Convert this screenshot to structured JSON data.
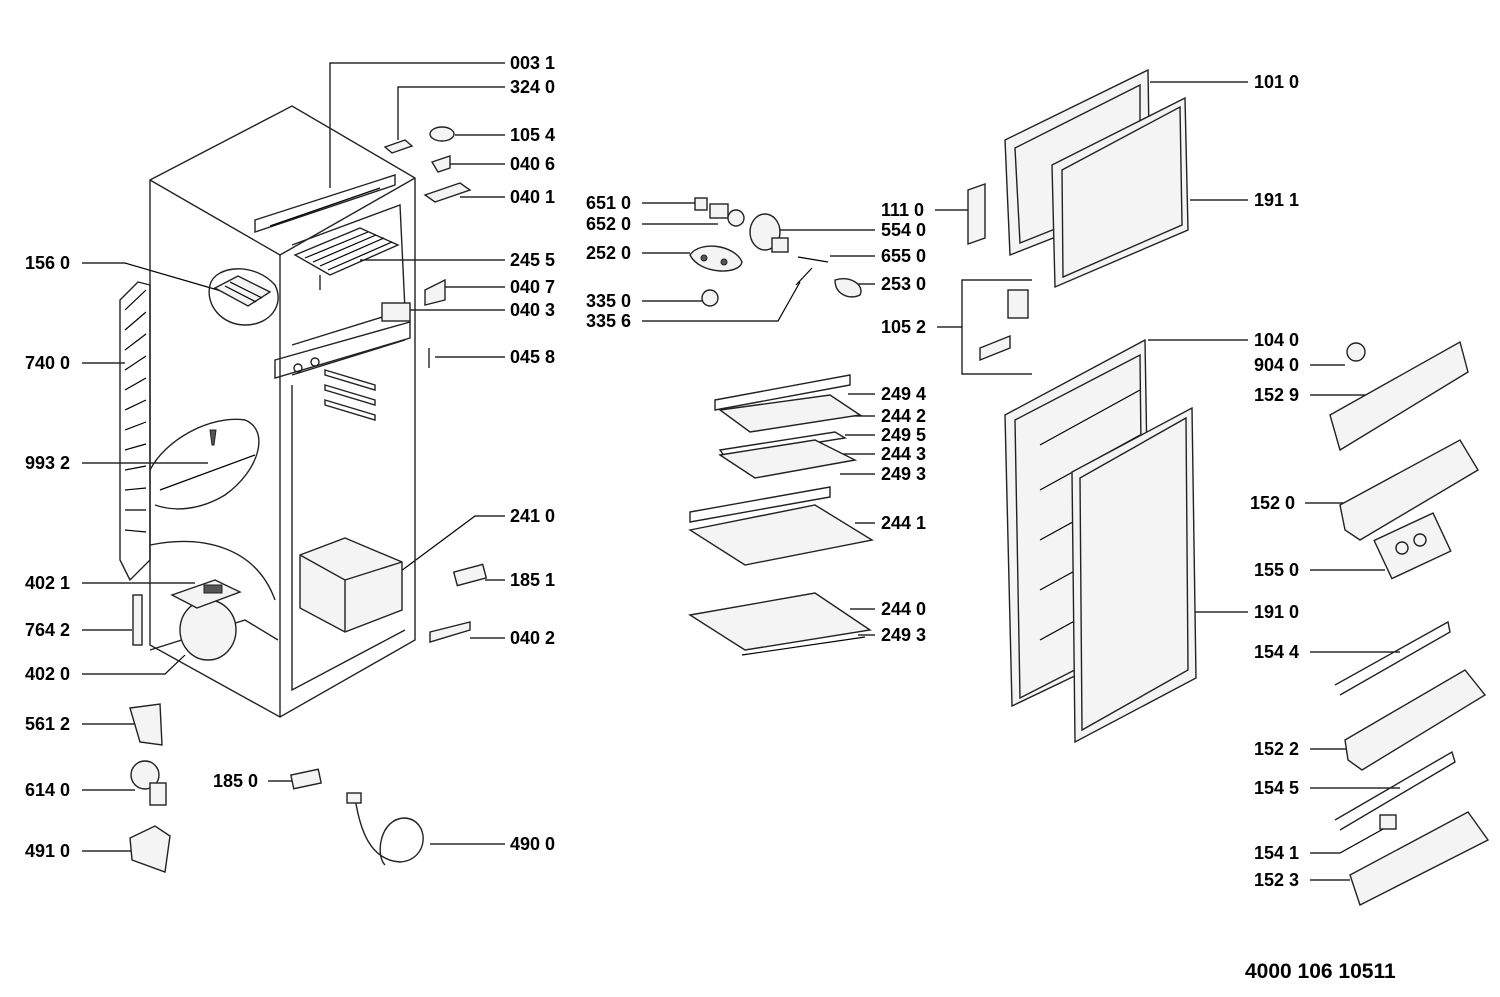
{
  "labels": {
    "p0031": "003 1",
    "p3240": "324 0",
    "p1054": "105 4",
    "p0406": "040 6",
    "p0401": "040 1",
    "p1560": "156 0",
    "p2455": "245 5",
    "p0407": "040 7",
    "p0403": "040 3",
    "p7400": "740 0",
    "p0458": "045 8",
    "p9932": "993 2",
    "p2410": "241 0",
    "p4021": "402 1",
    "p1851": "185 1",
    "p7642": "764 2",
    "p0402": "040 2",
    "p4020": "402 0",
    "p5612": "561 2",
    "p6140": "614 0",
    "p1850": "185 0",
    "p4910": "491 0",
    "p4900": "490 0",
    "p6510": "651 0",
    "p6520": "652 0",
    "p2520": "252 0",
    "p3350": "335 0",
    "p3356": "335 6",
    "p5540": "554 0",
    "p6550": "655 0",
    "p2530": "253 0",
    "p1110": "111 0",
    "p1052": "105 2",
    "p2494": "249 4",
    "p2442": "244 2",
    "p2495": "249 5",
    "p2443": "244 3",
    "p2493a": "249 3",
    "p2441": "244 1",
    "p2440": "244 0",
    "p2493b": "249 3",
    "p1010": "101 0",
    "p1911": "191 1",
    "p1040": "104 0",
    "p9040": "904 0",
    "p1529": "152 9",
    "p1520": "152 0",
    "p1550": "155 0",
    "p1910": "191 0",
    "p1544": "154 4",
    "p1522": "152 2",
    "p1545": "154 5",
    "p1541": "154 1",
    "p1523": "152 3"
  },
  "document_number": "4000 106 10511"
}
